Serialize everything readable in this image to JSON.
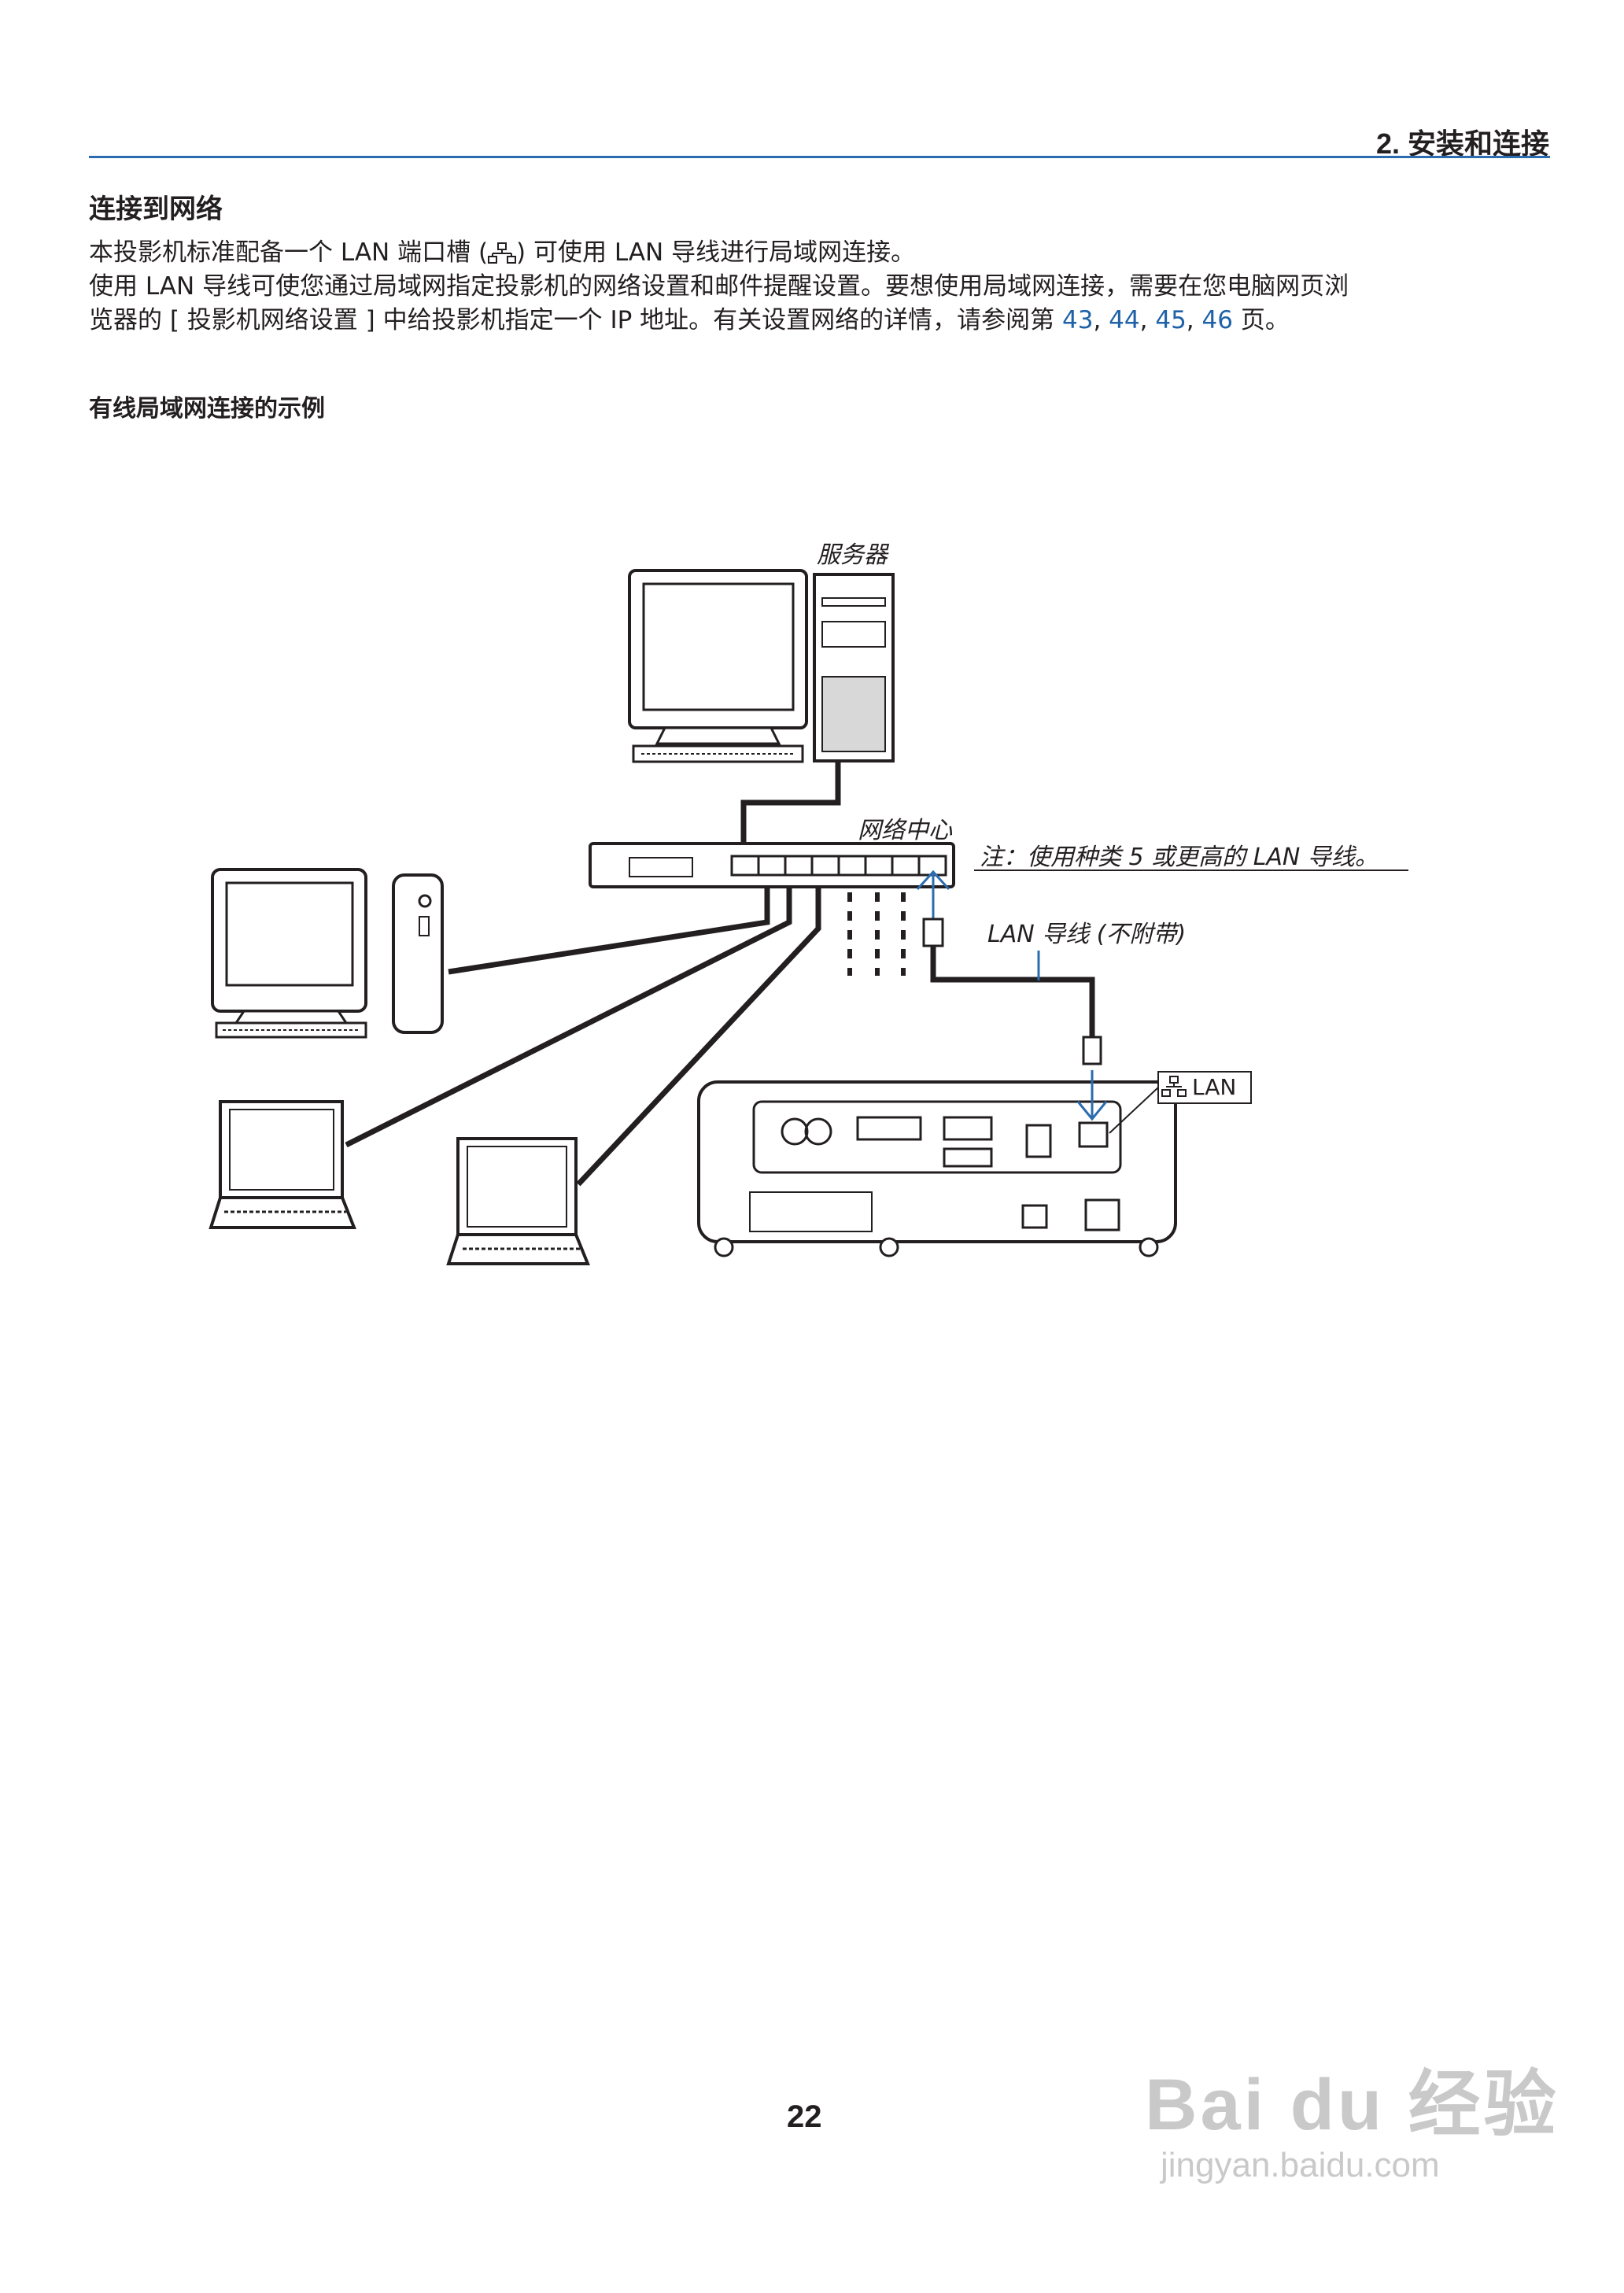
{
  "header": {
    "title": "2. 安装和连接"
  },
  "section": {
    "title": "连接到网络",
    "p1_before": "本投影机标准配备一个 LAN 端口槽 (",
    "p1_after": ") 可使用 LAN 导线进行局域网连接。",
    "p2_line1": "使用 LAN 导线可使您通过局域网指定投影机的网络设置和邮件提醒设置。要想使用局域网连接，需要在您电脑网页浏",
    "p2_line2_before": "览器的 [ 投影机网络设置 ] 中给投影机指定一个 IP 地址。有关设置网络的详情，请参阅第 ",
    "links": [
      "43",
      "44",
      "45",
      "46"
    ],
    "sep": ", ",
    "p2_line2_after": " 页。"
  },
  "subsection": {
    "title": "有线局域网连接的示例"
  },
  "diagram": {
    "server_label": "服务器",
    "hub_label": "网络中心",
    "note": "注：使用种类 5 或更高的 LAN 导线。",
    "cable_label": "LAN 导线 (不附带)",
    "lan_port_label": "LAN"
  },
  "page_number": "22",
  "watermark": {
    "brand": "Bai du 经验",
    "url": "jingyan.baidu.com"
  }
}
